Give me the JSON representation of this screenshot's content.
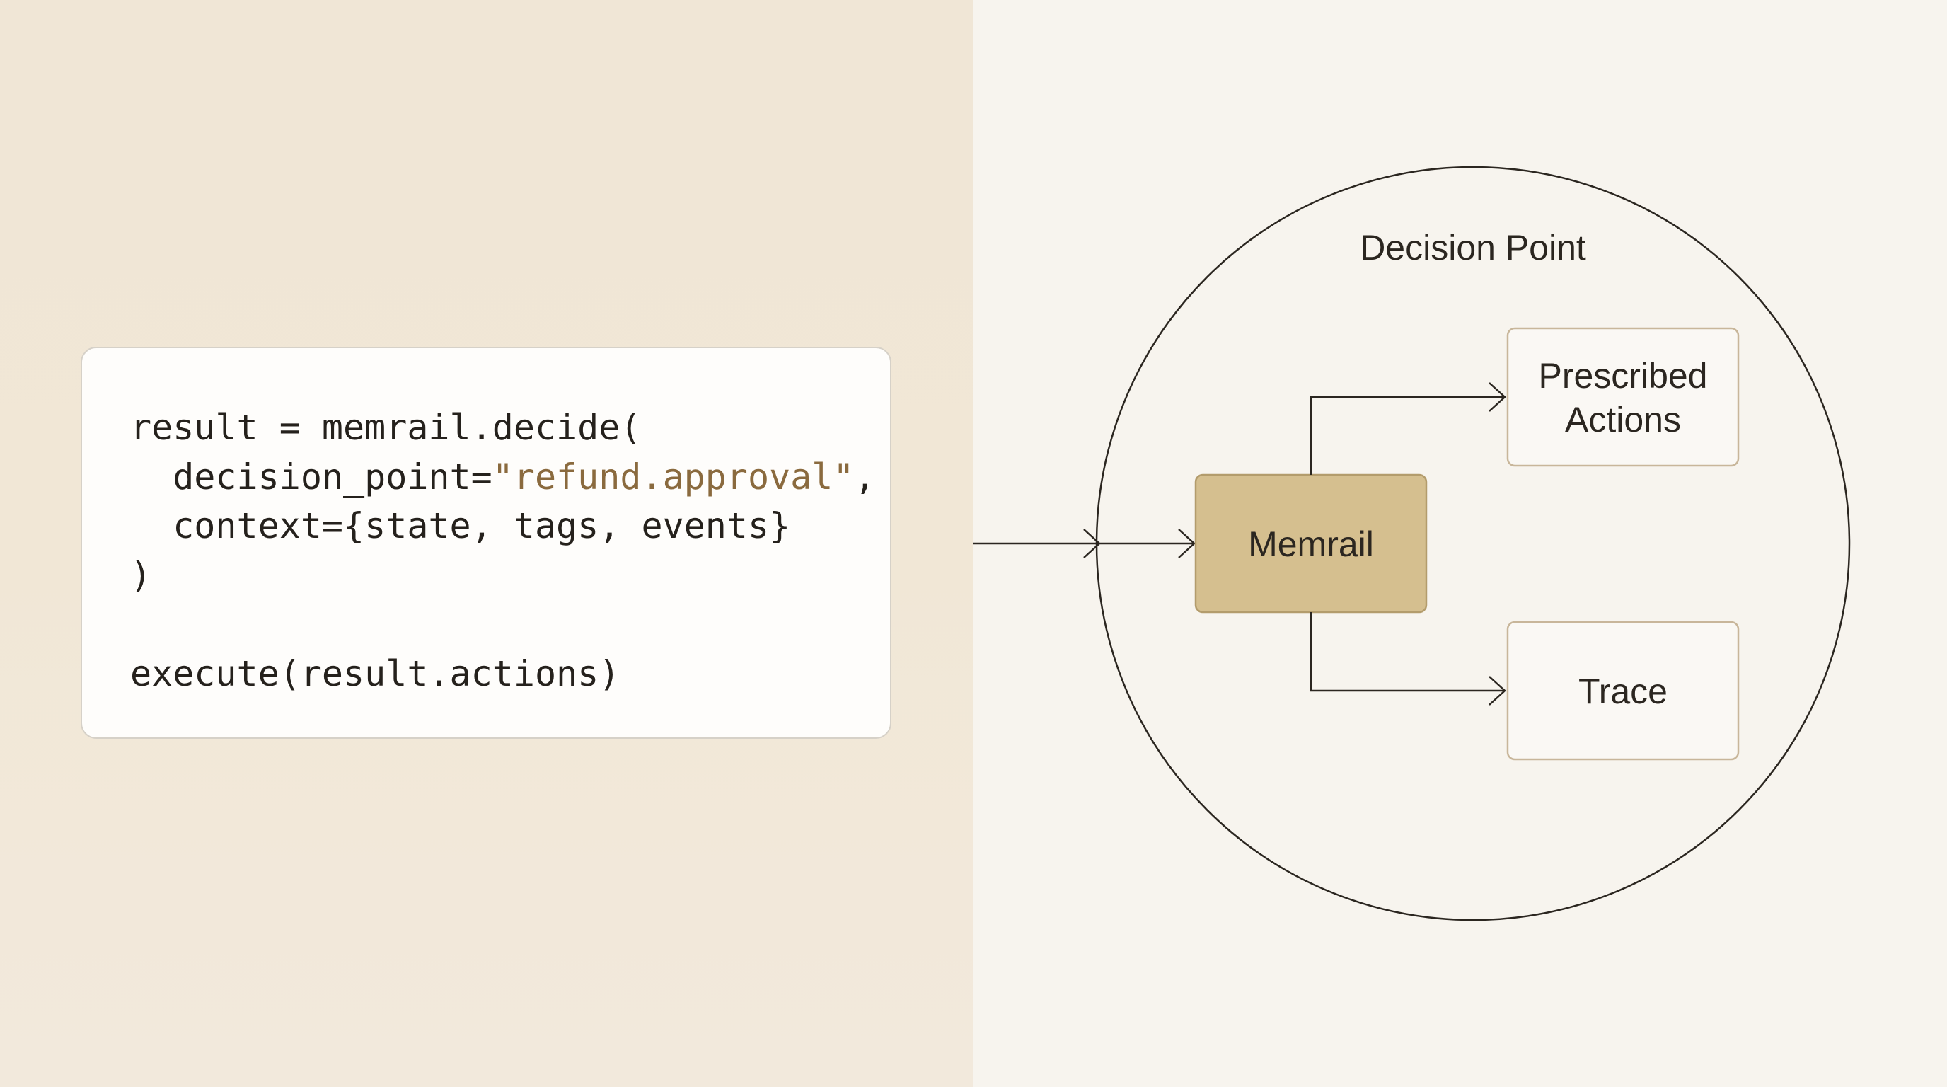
{
  "code": {
    "lines": [
      {
        "plain": "result = memrail.decide(",
        "string": "",
        "tail": ""
      },
      {
        "plain": "  decision_point=",
        "string": "\"refund.approval\"",
        "tail": ","
      },
      {
        "plain": "  context={state, tags, events}",
        "string": "",
        "tail": ""
      },
      {
        "plain": ")",
        "string": "",
        "tail": ""
      },
      {
        "plain": "",
        "string": "",
        "tail": ""
      },
      {
        "plain": "execute(result.actions)",
        "string": "",
        "tail": ""
      }
    ]
  },
  "diagram": {
    "container_label": "Decision Point",
    "center_node": "Memrail",
    "output_top_line1": "Prescribed",
    "output_top_line2": "Actions",
    "output_bottom": "Trace"
  },
  "colors": {
    "left_background": "#f1e7d6",
    "right_background": "#f7f4ee",
    "code_string": "#8a6a3e",
    "memrail_fill": "#d5bf8f",
    "memrail_border": "#b39c6c",
    "output_border": "#c8b69a",
    "line": "#2b2620"
  }
}
